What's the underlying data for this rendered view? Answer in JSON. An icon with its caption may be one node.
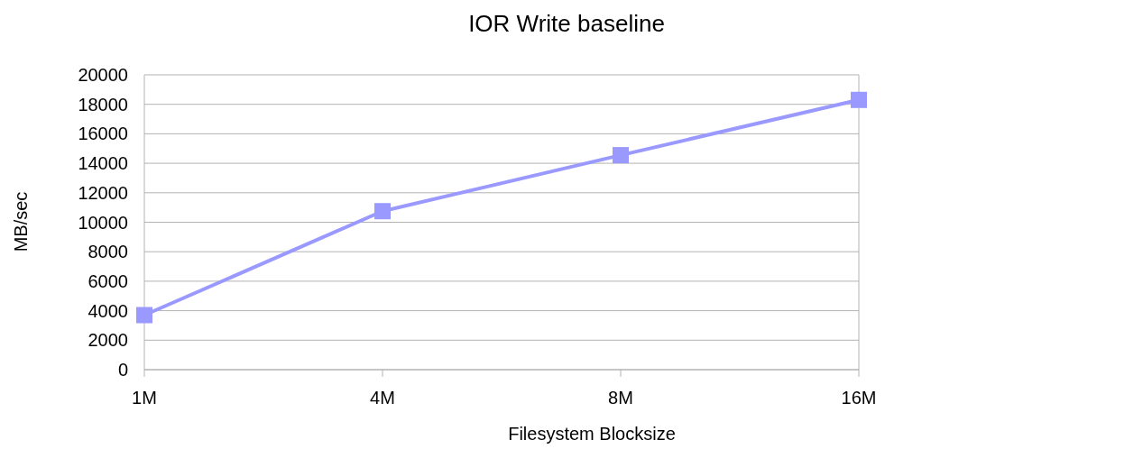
{
  "diagram": {
    "chart_data": {
      "type": "line",
      "title": "IOR Write baseline",
      "xlabel": "Filesystem Blocksize",
      "ylabel": "MB/sec",
      "categories": [
        "1M",
        "4M",
        "8M",
        "16M"
      ],
      "grid": true,
      "series": [
        {
          "color": "#9999ff",
          "marker": "square",
          "values": [
            3700,
            10750,
            14550,
            18300
          ]
        }
      ],
      "ylim": [
        0,
        20000
      ],
      "yticks": [
        0,
        2000,
        4000,
        6000,
        8000,
        10000,
        12000,
        14000,
        16000,
        18000,
        20000
      ]
    }
  }
}
